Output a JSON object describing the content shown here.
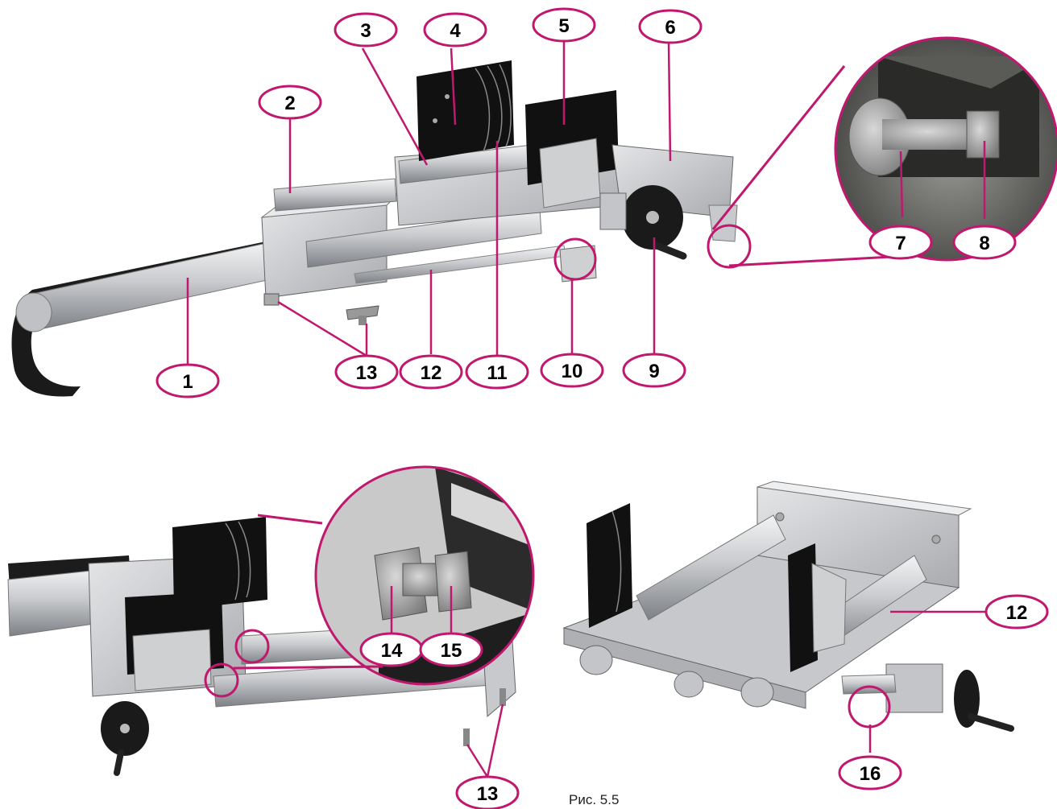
{
  "figure": {
    "caption": "Рис. 5.5",
    "callouts": [
      {
        "id": "c1",
        "label": "1"
      },
      {
        "id": "c2",
        "label": "2"
      },
      {
        "id": "c3",
        "label": "3"
      },
      {
        "id": "c4",
        "label": "4"
      },
      {
        "id": "c5",
        "label": "5"
      },
      {
        "id": "c6",
        "label": "6"
      },
      {
        "id": "c7",
        "label": "7"
      },
      {
        "id": "c8",
        "label": "8"
      },
      {
        "id": "c9",
        "label": "9"
      },
      {
        "id": "c10",
        "label": "10"
      },
      {
        "id": "c11",
        "label": "11"
      },
      {
        "id": "c12",
        "label": "12"
      },
      {
        "id": "c13",
        "label": "13"
      },
      {
        "id": "c12b",
        "label": "12"
      },
      {
        "id": "c13b",
        "label": "13"
      },
      {
        "id": "c14",
        "label": "14"
      },
      {
        "id": "c15",
        "label": "15"
      },
      {
        "id": "c16",
        "label": "16"
      }
    ]
  },
  "colors": {
    "callout_stroke": "#c0186e",
    "metal_light": "#d9dadc",
    "metal_mid": "#b4b6b9",
    "metal_dark": "#8a8c90",
    "plate_black": "#111111"
  }
}
